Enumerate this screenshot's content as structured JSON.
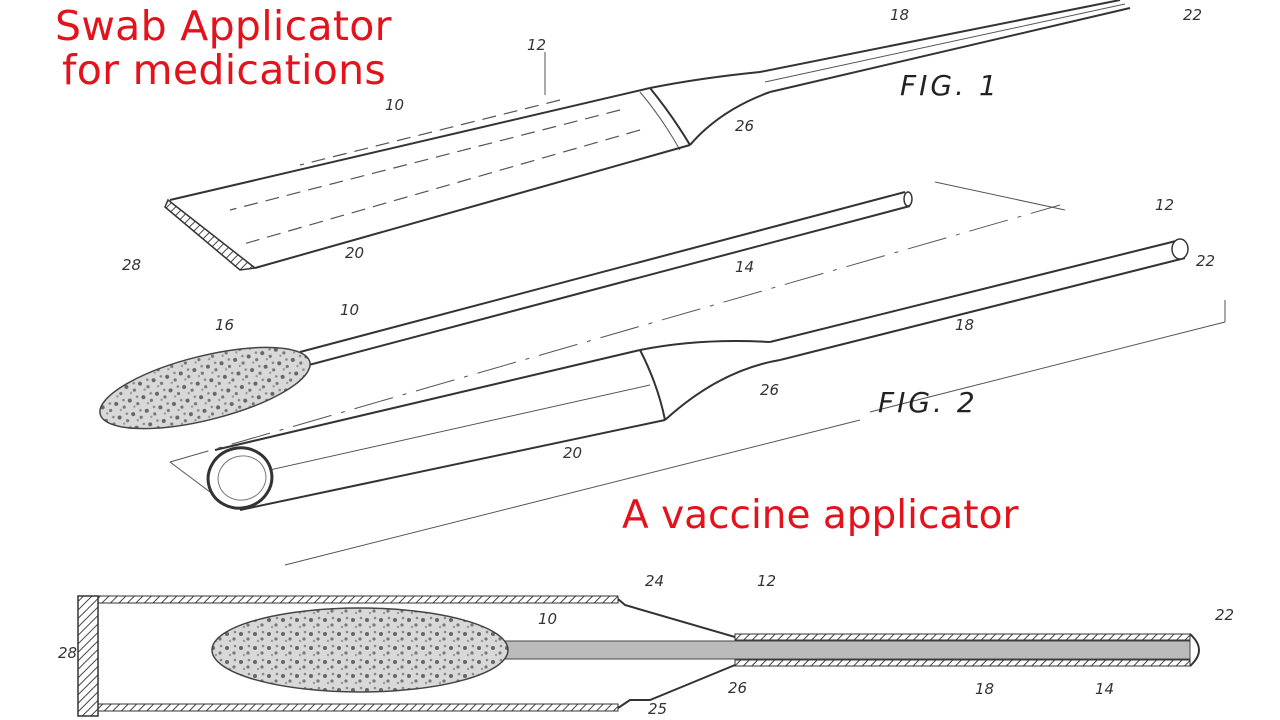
{
  "captions": {
    "top_line1": "Swab Applicator",
    "top_line2": "for medications",
    "middle": "A vaccine applicator"
  },
  "figures": {
    "fig1": {
      "label": "FIG. 1",
      "refs": [
        "10",
        "12",
        "18",
        "20",
        "22",
        "26",
        "28"
      ]
    },
    "fig2": {
      "label": "FIG. 2",
      "refs": [
        "10",
        "12",
        "14",
        "16",
        "18",
        "20",
        "22",
        "26"
      ]
    },
    "fig3": {
      "refs": [
        "10",
        "12",
        "14",
        "18",
        "22",
        "24",
        "25",
        "26",
        "28"
      ]
    }
  },
  "colors": {
    "caption": "#e3121b",
    "linework": "#333333",
    "background": "#ffffff"
  }
}
